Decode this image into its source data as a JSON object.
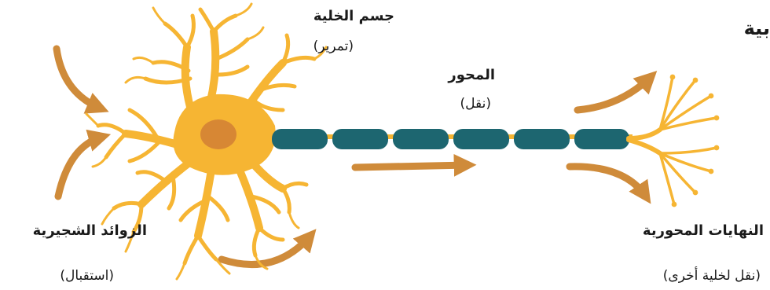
{
  "labels": {
    "cell_body": "جسم الخلية",
    "cell_body_role": "(تمرير)",
    "axon": "المحور",
    "axon_role": "(نقل)",
    "dendrites": "الزوائد الشجيرية",
    "dendrites_role": "(استقبال)",
    "axon_terminals": "النهايات المحورية",
    "axon_terminals_role": "(نقل لخلية أخرى)",
    "title_fragment": "بية"
  },
  "colors": {
    "neuron": "#F6B533",
    "neuron_dark": "#E9A21F",
    "nucleus": "#D78734",
    "myelin": "#1D6670",
    "arrow": "#CF8B3A",
    "text": "#1a1a1a"
  }
}
